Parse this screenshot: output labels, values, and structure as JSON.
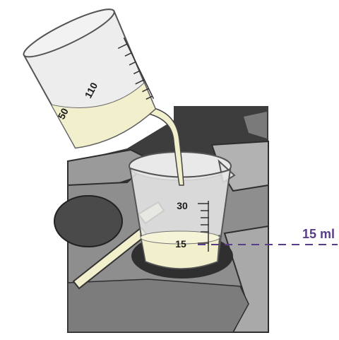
{
  "large_beaker": {
    "marks": [
      "50",
      "110"
    ]
  },
  "small_beaker": {
    "marks": [
      "30",
      "15"
    ]
  },
  "callout": {
    "text": "15 ml",
    "color": "#5a3d8a"
  },
  "colors": {
    "liquid": "#f1efcc",
    "glass": "#eeeeee",
    "glass_stroke": "#666666",
    "bench_dark": "#3c3c3c",
    "bench_mid": "#8a8a8a",
    "bench_light": "#b5b5b5",
    "rod": "#f3f0c9"
  }
}
